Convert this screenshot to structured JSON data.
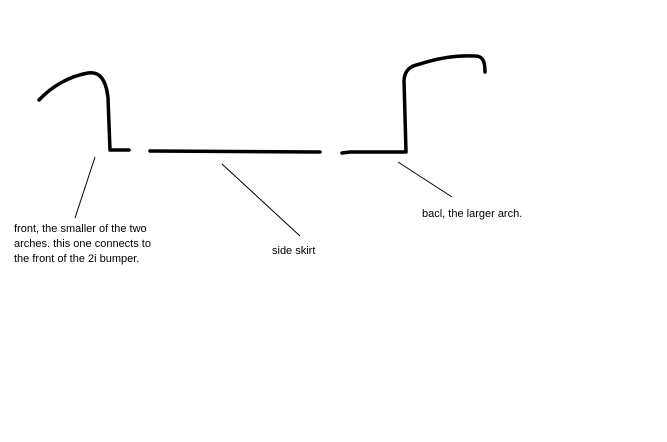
{
  "labels": {
    "front": "front, the smaller of the two\narches. this one connects to\nthe front of the 2i bumper.",
    "side": "side skirt",
    "back": "bacl, the larger arch."
  },
  "colors": {
    "background": "#ffffff",
    "ink": "#000000"
  }
}
